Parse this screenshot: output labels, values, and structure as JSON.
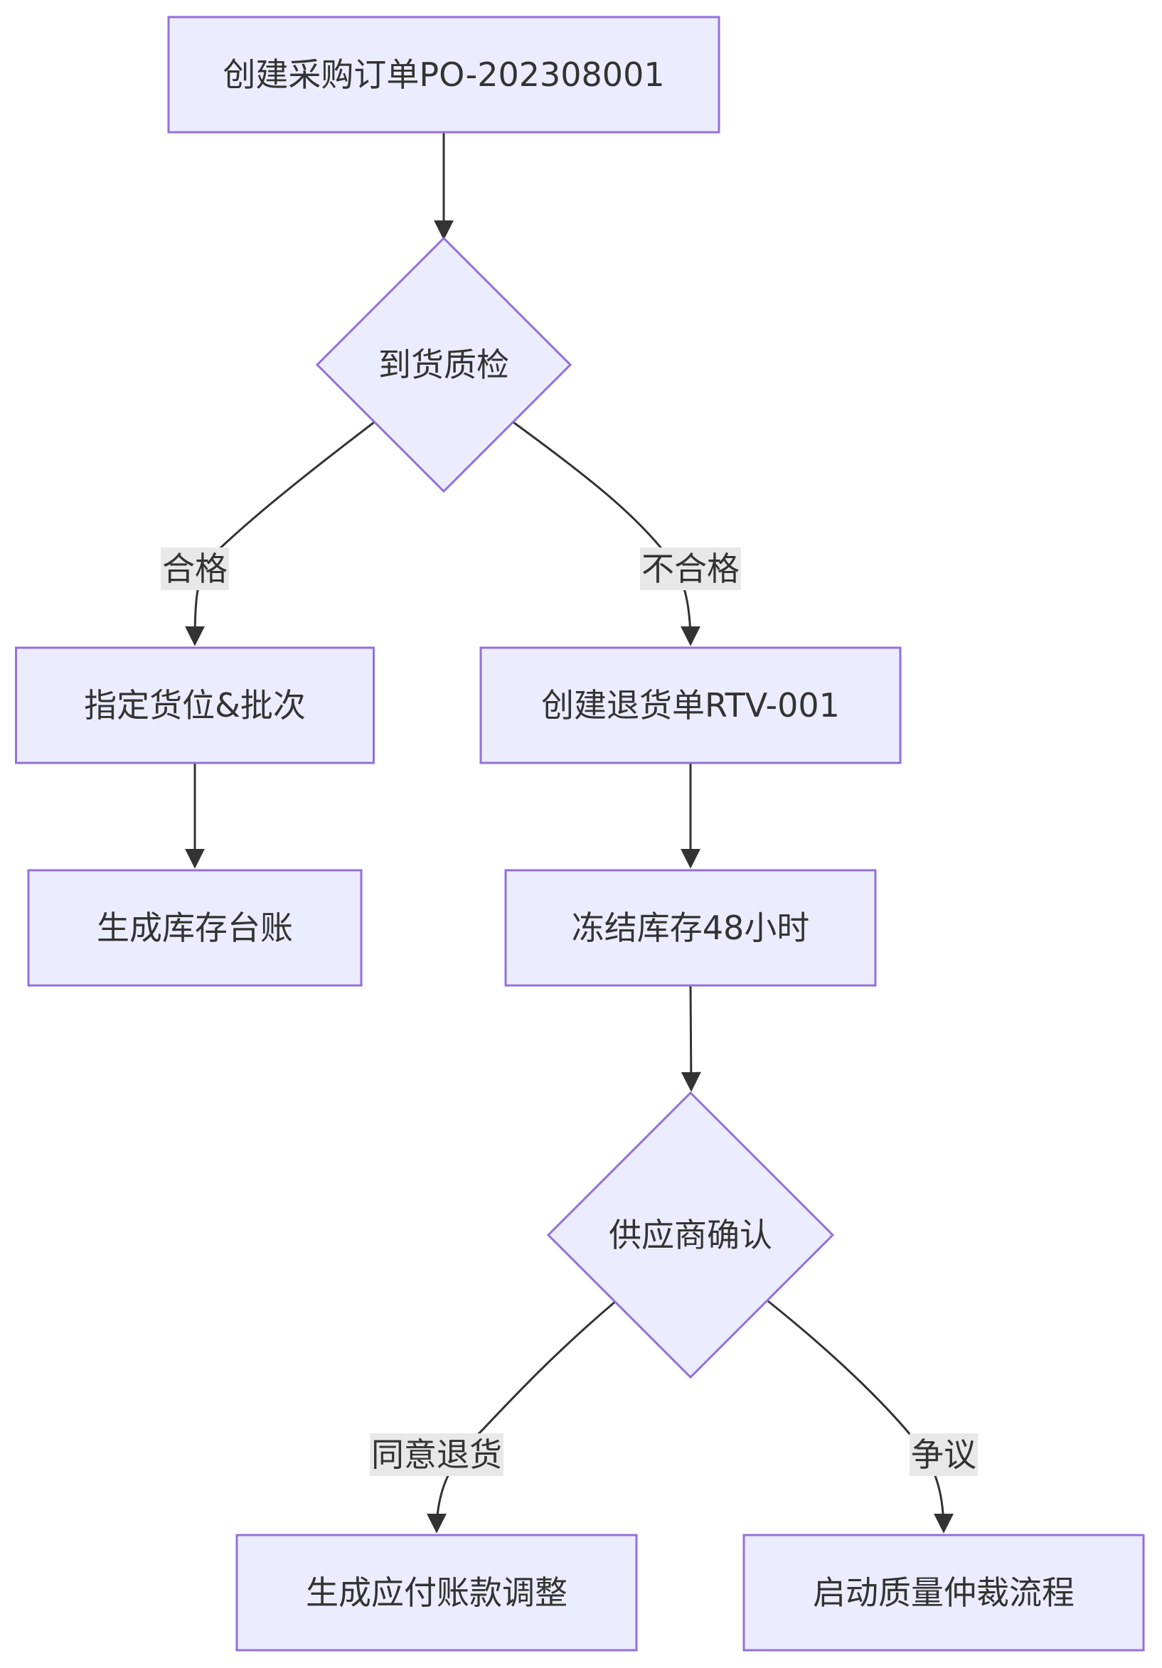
{
  "diagram": {
    "colors": {
      "node_fill": "#ECECFF",
      "node_stroke": "#9370DB",
      "edge": "#333333",
      "label_bg": "#E8E8E8",
      "text": "#333333"
    },
    "nodes": [
      {
        "id": "po",
        "shape": "rect",
        "label": "创建采购订单PO-202308001"
      },
      {
        "id": "qc",
        "shape": "diamond",
        "label": "到货质检"
      },
      {
        "id": "assign",
        "shape": "rect",
        "label": "指定货位&批次"
      },
      {
        "id": "rtv",
        "shape": "rect",
        "label": "创建退货单RTV-001"
      },
      {
        "id": "ledger",
        "shape": "rect",
        "label": "生成库存台账"
      },
      {
        "id": "freeze",
        "shape": "rect",
        "label": "冻结库存48小时"
      },
      {
        "id": "confirm",
        "shape": "diamond",
        "label": "供应商确认"
      },
      {
        "id": "payable",
        "shape": "rect",
        "label": "生成应付账款调整"
      },
      {
        "id": "dispute",
        "shape": "rect",
        "label": "启动质量仲裁流程"
      }
    ],
    "edges": [
      {
        "from": "po",
        "to": "qc",
        "label": ""
      },
      {
        "from": "qc",
        "to": "assign",
        "label": "合格"
      },
      {
        "from": "qc",
        "to": "rtv",
        "label": "不合格"
      },
      {
        "from": "assign",
        "to": "ledger",
        "label": ""
      },
      {
        "from": "rtv",
        "to": "freeze",
        "label": ""
      },
      {
        "from": "freeze",
        "to": "confirm",
        "label": ""
      },
      {
        "from": "confirm",
        "to": "payable",
        "label": "同意退货"
      },
      {
        "from": "confirm",
        "to": "dispute",
        "label": "争议"
      }
    ]
  }
}
